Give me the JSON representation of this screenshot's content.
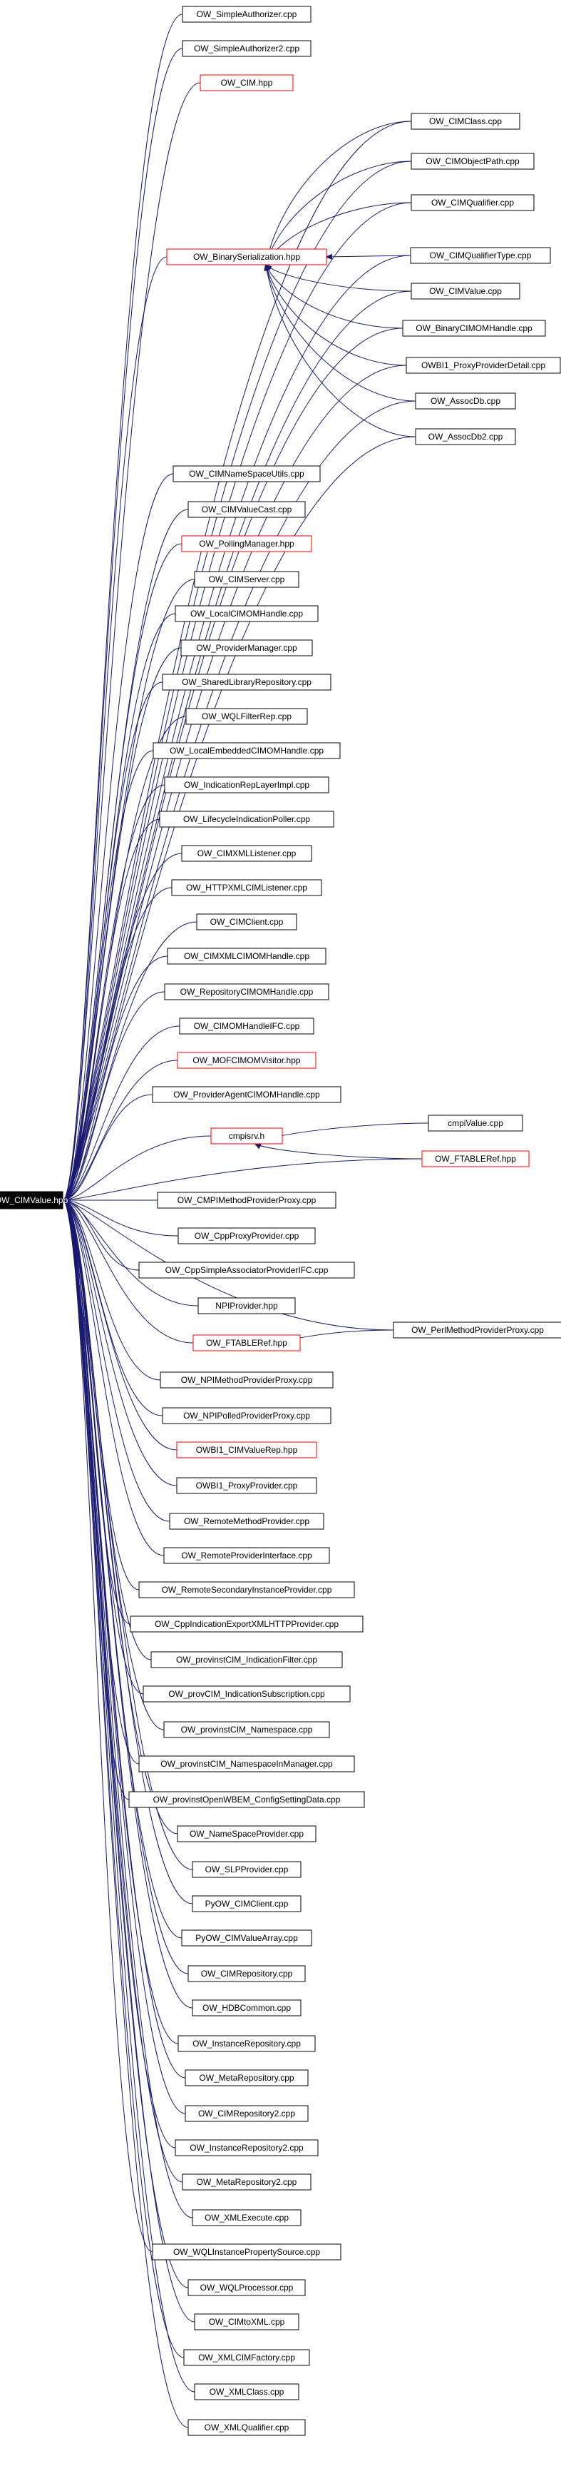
{
  "graph": {
    "root": "OW_CIMValue.hpp",
    "nodes": [
      {
        "id": "n_root",
        "label": "OW_CIMValue.hpp",
        "style": "root"
      },
      {
        "id": "n1",
        "label": "OW_SimpleAuthorizer.cpp",
        "style": "black"
      },
      {
        "id": "n2",
        "label": "OW_SimpleAuthorizer2.cpp",
        "style": "black"
      },
      {
        "id": "n3",
        "label": "OW_CIM.hpp",
        "style": "red"
      },
      {
        "id": "n4",
        "label": "OW_CIMClass.cpp",
        "style": "black"
      },
      {
        "id": "n5",
        "label": "OW_CIMObjectPath.cpp",
        "style": "black"
      },
      {
        "id": "n6",
        "label": "OW_CIMQualifier.cpp",
        "style": "black"
      },
      {
        "id": "n7",
        "label": "OW_BinarySerialization.hpp",
        "style": "red"
      },
      {
        "id": "n8",
        "label": "OW_CIMQualifierType.cpp",
        "style": "black"
      },
      {
        "id": "n9",
        "label": "OW_CIMValue.cpp",
        "style": "black"
      },
      {
        "id": "n10",
        "label": "OW_BinaryCIMOMHandle.cpp",
        "style": "black"
      },
      {
        "id": "n11",
        "label": "OWBI1_ProxyProviderDetail.cpp",
        "style": "black"
      },
      {
        "id": "n12",
        "label": "OW_AssocDb.cpp",
        "style": "black"
      },
      {
        "id": "n13",
        "label": "OW_AssocDb2.cpp",
        "style": "black"
      },
      {
        "id": "n14",
        "label": "OW_CIMNameSpaceUtils.cpp",
        "style": "black"
      },
      {
        "id": "n15",
        "label": "OW_CIMValueCast.cpp",
        "style": "black"
      },
      {
        "id": "n16",
        "label": "OW_PollingManager.hpp",
        "style": "red"
      },
      {
        "id": "n17",
        "label": "OW_CIMServer.cpp",
        "style": "black"
      },
      {
        "id": "n18",
        "label": "OW_LocalCIMOMHandle.cpp",
        "style": "black"
      },
      {
        "id": "n19",
        "label": "OW_ProviderManager.cpp",
        "style": "black"
      },
      {
        "id": "n20",
        "label": "OW_SharedLibraryRepository.cpp",
        "style": "black"
      },
      {
        "id": "n21",
        "label": "OW_WQLFilterRep.cpp",
        "style": "black"
      },
      {
        "id": "n22",
        "label": "OW_LocalEmbeddedCIMOMHandle.cpp",
        "style": "black"
      },
      {
        "id": "n23",
        "label": "OW_IndicationRepLayerImpl.cpp",
        "style": "black"
      },
      {
        "id": "n24",
        "label": "OW_LifecycleIndicationPoller.cpp",
        "style": "black"
      },
      {
        "id": "n25",
        "label": "OW_CIMXMLListener.cpp",
        "style": "black"
      },
      {
        "id": "n26",
        "label": "OW_HTTPXMLCIMListener.cpp",
        "style": "black"
      },
      {
        "id": "n27",
        "label": "OW_CIMClient.cpp",
        "style": "black"
      },
      {
        "id": "n28",
        "label": "OW_CIMXMLCIMOMHandle.cpp",
        "style": "black"
      },
      {
        "id": "n29",
        "label": "OW_RepositoryCIMOMHandle.cpp",
        "style": "black"
      },
      {
        "id": "n30",
        "label": "OW_CIMOMHandleIFC.cpp",
        "style": "black"
      },
      {
        "id": "n31",
        "label": "OW_MOFCIMOMVisitor.hpp",
        "style": "red"
      },
      {
        "id": "n32",
        "label": "OW_ProviderAgentCIMOMHandle.cpp",
        "style": "black"
      },
      {
        "id": "n33",
        "label": "cmpisrv.h",
        "style": "red"
      },
      {
        "id": "n34",
        "label": "cmpiValue.cpp",
        "style": "black"
      },
      {
        "id": "n35",
        "label": "OW_FTABLERef.hpp",
        "style": "red"
      },
      {
        "id": "n36",
        "label": "OW_CMPIMethodProviderProxy.cpp",
        "style": "black"
      },
      {
        "id": "n37",
        "label": "OW_CppProxyProvider.cpp",
        "style": "black"
      },
      {
        "id": "n38",
        "label": "OW_CppSimpleAssociatorProviderIFC.cpp",
        "style": "black"
      },
      {
        "id": "n39",
        "label": "NPIProvider.hpp",
        "style": "black"
      },
      {
        "id": "n40",
        "label": "OW_FTABLERef.hpp",
        "style": "red"
      },
      {
        "id": "n41",
        "label": "OW_PerlMethodProviderProxy.cpp",
        "style": "black"
      },
      {
        "id": "n42",
        "label": "OW_NPIMethodProviderProxy.cpp",
        "style": "black"
      },
      {
        "id": "n43",
        "label": "OW_NPIPolledProviderProxy.cpp",
        "style": "black"
      },
      {
        "id": "n44",
        "label": "OWBI1_CIMValueRep.hpp",
        "style": "red"
      },
      {
        "id": "n45",
        "label": "OWBI1_ProxyProvider.cpp",
        "style": "black"
      },
      {
        "id": "n46",
        "label": "OW_RemoteMethodProvider.cpp",
        "style": "black"
      },
      {
        "id": "n47",
        "label": "OW_RemoteProviderInterface.cpp",
        "style": "black"
      },
      {
        "id": "n48",
        "label": "OW_RemoteSecondaryInstanceProvider.cpp",
        "style": "black"
      },
      {
        "id": "n49",
        "label": "OW_CppIndicationExportXMLHTTPProvider.cpp",
        "style": "black"
      },
      {
        "id": "n50",
        "label": "OW_provinstCIM_IndicationFilter.cpp",
        "style": "black"
      },
      {
        "id": "n51",
        "label": "OW_provCIM_IndicationSubscription.cpp",
        "style": "black"
      },
      {
        "id": "n52",
        "label": "OW_provinstCIM_Namespace.cpp",
        "style": "black"
      },
      {
        "id": "n53",
        "label": "OW_provinstCIM_NamespaceInManager.cpp",
        "style": "black"
      },
      {
        "id": "n54",
        "label": "OW_provinstOpenWBEM_ConfigSettingData.cpp",
        "style": "black"
      },
      {
        "id": "n55",
        "label": "OW_NameSpaceProvider.cpp",
        "style": "black"
      },
      {
        "id": "n56",
        "label": "OW_SLPProvider.cpp",
        "style": "black"
      },
      {
        "id": "n57",
        "label": "PyOW_CIMClient.cpp",
        "style": "black"
      },
      {
        "id": "n58",
        "label": "PyOW_CIMValueArray.cpp",
        "style": "black"
      },
      {
        "id": "n59",
        "label": "OW_CIMRepository.cpp",
        "style": "black"
      },
      {
        "id": "n60",
        "label": "OW_HDBCommon.cpp",
        "style": "black"
      },
      {
        "id": "n61",
        "label": "OW_InstanceRepository.cpp",
        "style": "black"
      },
      {
        "id": "n62",
        "label": "OW_MetaRepository.cpp",
        "style": "black"
      },
      {
        "id": "n63",
        "label": "OW_CIMRepository2.cpp",
        "style": "black"
      },
      {
        "id": "n64",
        "label": "OW_InstanceRepository2.cpp",
        "style": "black"
      },
      {
        "id": "n65",
        "label": "OW_MetaRepository2.cpp",
        "style": "black"
      },
      {
        "id": "n66",
        "label": "OW_XMLExecute.cpp",
        "style": "black"
      },
      {
        "id": "n67",
        "label": "OW_WQLInstancePropertySource.cpp",
        "style": "black"
      },
      {
        "id": "n68",
        "label": "OW_WQLProcessor.cpp",
        "style": "black"
      },
      {
        "id": "n69",
        "label": "OW_CIMtoXML.cpp",
        "style": "black"
      },
      {
        "id": "n70",
        "label": "OW_XMLCIMFactory.cpp",
        "style": "black"
      },
      {
        "id": "n71",
        "label": "OW_XMLClass.cpp",
        "style": "black"
      },
      {
        "id": "n72",
        "label": "OW_XMLQualifier.cpp",
        "style": "black"
      }
    ],
    "edges": [
      {
        "from": "n1",
        "to": "n_root"
      },
      {
        "from": "n2",
        "to": "n_root"
      },
      {
        "from": "n3",
        "to": "n_root"
      },
      {
        "from": "n4",
        "to": "n_root"
      },
      {
        "from": "n5",
        "to": "n_root"
      },
      {
        "from": "n6",
        "to": "n_root"
      },
      {
        "from": "n7",
        "to": "n_root"
      },
      {
        "from": "n8",
        "to": "n_root"
      },
      {
        "from": "n9",
        "to": "n_root"
      },
      {
        "from": "n10",
        "to": "n_root"
      },
      {
        "from": "n11",
        "to": "n_root"
      },
      {
        "from": "n12",
        "to": "n_root"
      },
      {
        "from": "n13",
        "to": "n_root"
      },
      {
        "from": "n14",
        "to": "n_root"
      },
      {
        "from": "n15",
        "to": "n_root"
      },
      {
        "from": "n16",
        "to": "n_root"
      },
      {
        "from": "n17",
        "to": "n_root"
      },
      {
        "from": "n18",
        "to": "n_root"
      },
      {
        "from": "n19",
        "to": "n_root"
      },
      {
        "from": "n20",
        "to": "n_root"
      },
      {
        "from": "n21",
        "to": "n_root"
      },
      {
        "from": "n22",
        "to": "n_root"
      },
      {
        "from": "n23",
        "to": "n_root"
      },
      {
        "from": "n24",
        "to": "n_root"
      },
      {
        "from": "n25",
        "to": "n_root"
      },
      {
        "from": "n26",
        "to": "n_root"
      },
      {
        "from": "n27",
        "to": "n_root"
      },
      {
        "from": "n28",
        "to": "n_root"
      },
      {
        "from": "n29",
        "to": "n_root"
      },
      {
        "from": "n30",
        "to": "n_root"
      },
      {
        "from": "n31",
        "to": "n_root"
      },
      {
        "from": "n32",
        "to": "n_root"
      },
      {
        "from": "n33",
        "to": "n_root"
      },
      {
        "from": "n35",
        "to": "n_root"
      },
      {
        "from": "n36",
        "to": "n_root"
      },
      {
        "from": "n37",
        "to": "n_root"
      },
      {
        "from": "n38",
        "to": "n_root"
      },
      {
        "from": "n39",
        "to": "n_root"
      },
      {
        "from": "n40",
        "to": "n_root"
      },
      {
        "from": "n41",
        "to": "n_root"
      },
      {
        "from": "n42",
        "to": "n_root"
      },
      {
        "from": "n43",
        "to": "n_root"
      },
      {
        "from": "n44",
        "to": "n_root"
      },
      {
        "from": "n45",
        "to": "n_root"
      },
      {
        "from": "n46",
        "to": "n_root"
      },
      {
        "from": "n47",
        "to": "n_root"
      },
      {
        "from": "n48",
        "to": "n_root"
      },
      {
        "from": "n49",
        "to": "n_root"
      },
      {
        "from": "n50",
        "to": "n_root"
      },
      {
        "from": "n51",
        "to": "n_root"
      },
      {
        "from": "n52",
        "to": "n_root"
      },
      {
        "from": "n53",
        "to": "n_root"
      },
      {
        "from": "n54",
        "to": "n_root"
      },
      {
        "from": "n55",
        "to": "n_root"
      },
      {
        "from": "n56",
        "to": "n_root"
      },
      {
        "from": "n57",
        "to": "n_root"
      },
      {
        "from": "n58",
        "to": "n_root"
      },
      {
        "from": "n59",
        "to": "n_root"
      },
      {
        "from": "n60",
        "to": "n_root"
      },
      {
        "from": "n61",
        "to": "n_root"
      },
      {
        "from": "n62",
        "to": "n_root"
      },
      {
        "from": "n63",
        "to": "n_root"
      },
      {
        "from": "n64",
        "to": "n_root"
      },
      {
        "from": "n65",
        "to": "n_root"
      },
      {
        "from": "n66",
        "to": "n_root"
      },
      {
        "from": "n67",
        "to": "n_root"
      },
      {
        "from": "n68",
        "to": "n_root"
      },
      {
        "from": "n69",
        "to": "n_root"
      },
      {
        "from": "n70",
        "to": "n_root"
      },
      {
        "from": "n71",
        "to": "n_root"
      },
      {
        "from": "n72",
        "to": "n_root"
      },
      {
        "from": "n4",
        "to": "n7"
      },
      {
        "from": "n5",
        "to": "n7"
      },
      {
        "from": "n6",
        "to": "n7"
      },
      {
        "from": "n8",
        "to": "n7"
      },
      {
        "from": "n9",
        "to": "n7"
      },
      {
        "from": "n10",
        "to": "n7"
      },
      {
        "from": "n11",
        "to": "n7"
      },
      {
        "from": "n12",
        "to": "n7"
      },
      {
        "from": "n13",
        "to": "n7"
      },
      {
        "from": "n34",
        "to": "n33"
      },
      {
        "from": "n35",
        "to": "n33"
      },
      {
        "from": "n41",
        "to": "n40"
      }
    ]
  }
}
